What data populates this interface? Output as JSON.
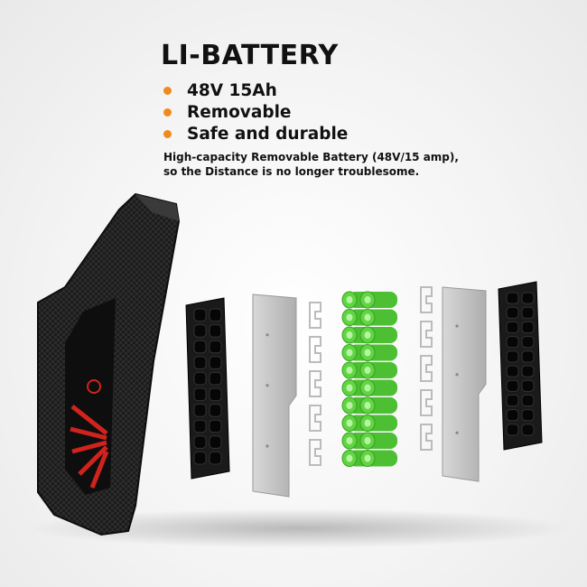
{
  "heading": "LI-BATTERY",
  "features": [
    "48V 15Ah",
    "Removable",
    "Safe and durable"
  ],
  "description": [
    "High-capacity Removable Battery (48V/15 amp),",
    "so the Distance is no longer troublesome."
  ],
  "colors": {
    "bullet": "#f08a1c",
    "cell": "#5fd640",
    "accent_red": "#d0231c",
    "housing": "#1b1b1b",
    "plate": "#c9c9c9"
  }
}
